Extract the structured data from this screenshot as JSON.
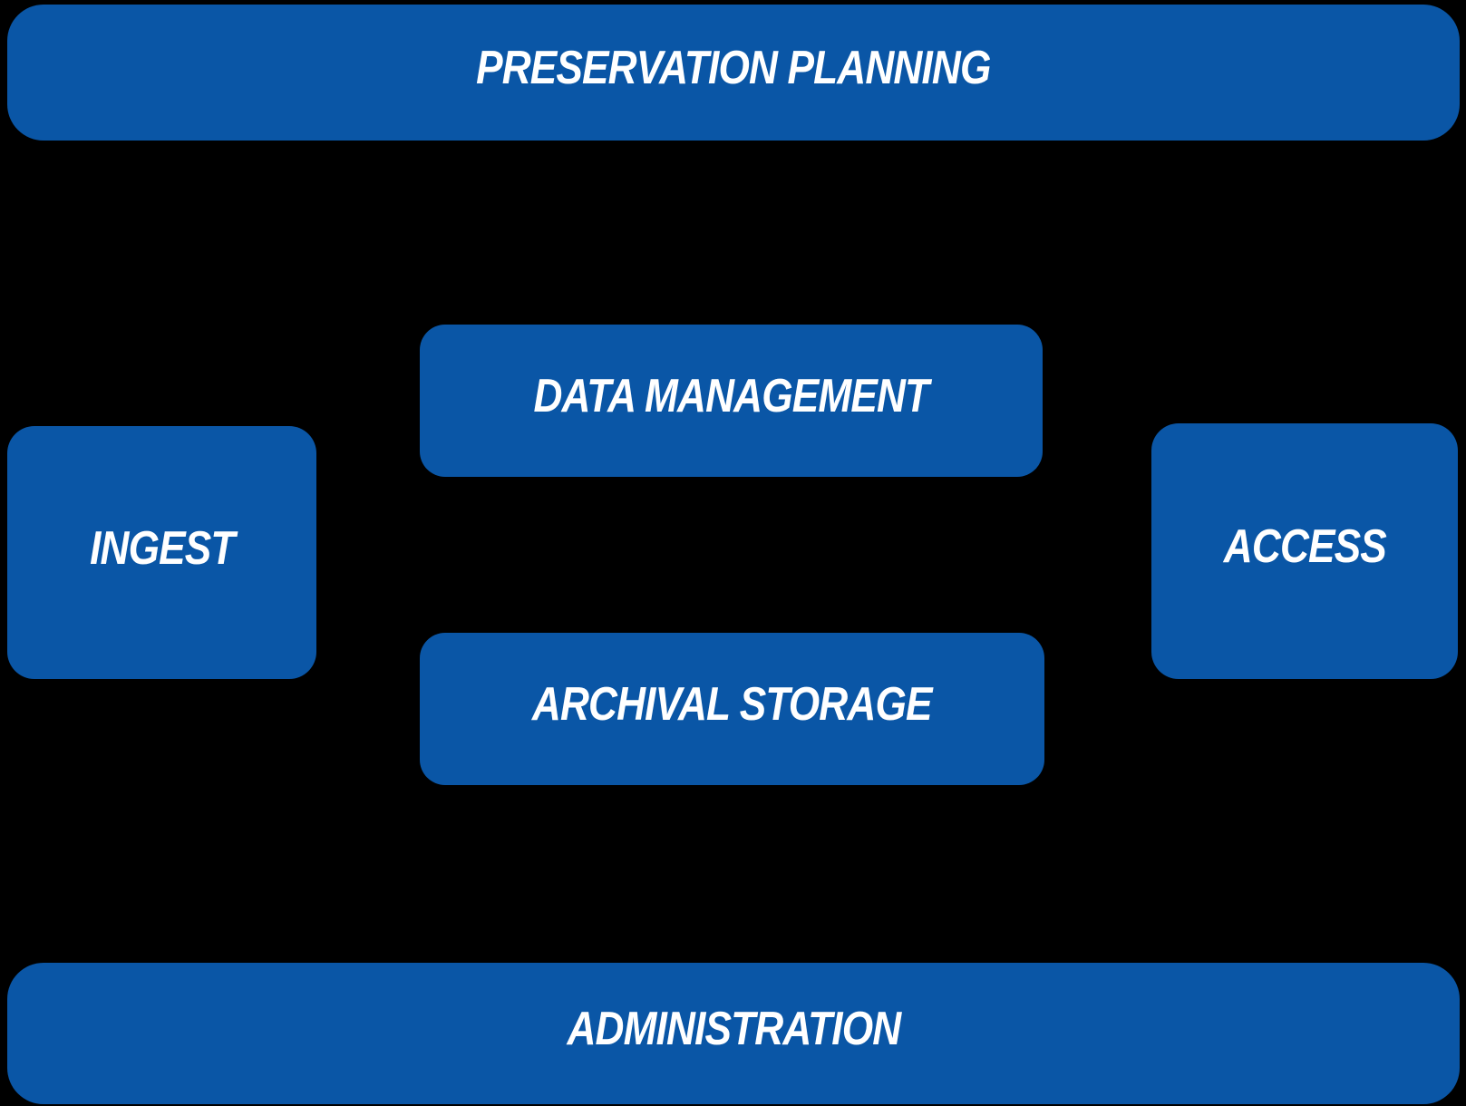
{
  "colors": {
    "background": "#000000",
    "box_fill": "#0A56A6",
    "label_text": "#FFFFFF"
  },
  "diagram": {
    "nodes": {
      "preservation_planning": {
        "label": "PRESERVATION PLANNING"
      },
      "data_management": {
        "label": "DATA MANAGEMENT"
      },
      "ingest": {
        "label": "INGEST"
      },
      "access": {
        "label": "ACCESS"
      },
      "archival_storage": {
        "label": "ARCHIVAL STORAGE"
      },
      "administration": {
        "label": "ADMINISTRATION"
      }
    }
  }
}
